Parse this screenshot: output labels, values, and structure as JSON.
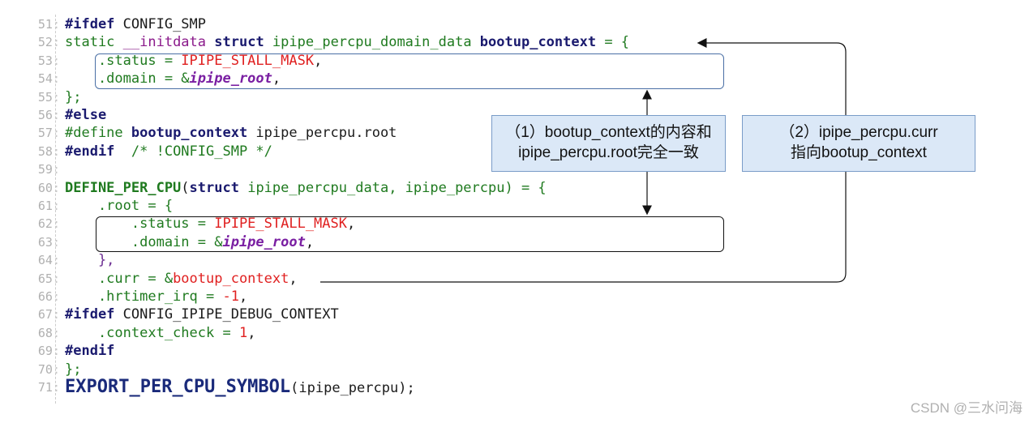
{
  "lines": [
    {
      "n": "51",
      "parts": [
        {
          "t": "#ifdef",
          "c": "kw"
        },
        {
          "t": " CONFIG_SMP",
          "c": ""
        }
      ]
    },
    {
      "n": "52",
      "parts": [
        {
          "t": "static ",
          "c": "grn"
        },
        {
          "t": "__initdata",
          "c": "mag"
        },
        {
          "t": " ",
          "c": ""
        },
        {
          "t": "struct",
          "c": "kw"
        },
        {
          "t": " ipipe_percpu_domain_data ",
          "c": "grn"
        },
        {
          "t": "bootup_context",
          "c": "kw"
        },
        {
          "t": " = {",
          "c": "grn"
        }
      ]
    },
    {
      "n": "53",
      "parts": [
        {
          "t": "    .status = ",
          "c": "grn"
        },
        {
          "t": "IPIPE_STALL_MASK",
          "c": "red"
        },
        {
          "t": ",",
          "c": ""
        }
      ]
    },
    {
      "n": "54",
      "parts": [
        {
          "t": "    .domain = &",
          "c": "grn"
        },
        {
          "t": "ipipe_root",
          "c": "pur"
        },
        {
          "t": ",",
          "c": ""
        }
      ]
    },
    {
      "n": "55",
      "parts": [
        {
          "t": "};",
          "c": "grn"
        }
      ]
    },
    {
      "n": "56",
      "parts": [
        {
          "t": "#else",
          "c": "kw"
        }
      ]
    },
    {
      "n": "57",
      "parts": [
        {
          "t": "#define ",
          "c": "grn"
        },
        {
          "t": "bootup_context",
          "c": "kw"
        },
        {
          "t": " ipipe_percpu.root",
          "c": ""
        }
      ]
    },
    {
      "n": "58",
      "parts": [
        {
          "t": "#endif",
          "c": "kw"
        },
        {
          "t": "  /* !CONFIG_SMP */",
          "c": "grn"
        }
      ]
    },
    {
      "n": "59",
      "parts": [
        {
          "t": "",
          "c": ""
        }
      ]
    },
    {
      "n": "60",
      "parts": [
        {
          "t": "DEFINE_PER_CPU",
          "c": "grnb"
        },
        {
          "t": "(",
          "c": ""
        },
        {
          "t": "struct",
          "c": "kw"
        },
        {
          "t": " ipipe_percpu_data, ipipe_percpu) = {",
          "c": "grn"
        }
      ]
    },
    {
      "n": "61",
      "parts": [
        {
          "t": "    .root = {",
          "c": "grn"
        }
      ]
    },
    {
      "n": "62",
      "parts": [
        {
          "t": "        .status = ",
          "c": "grn"
        },
        {
          "t": "IPIPE_STALL_MASK",
          "c": "red"
        },
        {
          "t": ",",
          "c": ""
        }
      ]
    },
    {
      "n": "63",
      "parts": [
        {
          "t": "        .domain = &",
          "c": "grn"
        },
        {
          "t": "ipipe_root",
          "c": "pur"
        },
        {
          "t": ",",
          "c": ""
        }
      ]
    },
    {
      "n": "64",
      "parts": [
        {
          "t": "    },",
          "c": "pur2"
        }
      ]
    },
    {
      "n": "65",
      "parts": [
        {
          "t": "    .curr = &",
          "c": "grn"
        },
        {
          "t": "bootup_context",
          "c": "red"
        },
        {
          "t": ",",
          "c": ""
        }
      ]
    },
    {
      "n": "66",
      "parts": [
        {
          "t": "    .hrtimer_irq = ",
          "c": "grn"
        },
        {
          "t": "-1",
          "c": "red"
        },
        {
          "t": ",",
          "c": ""
        }
      ]
    },
    {
      "n": "67",
      "parts": [
        {
          "t": "#ifdef",
          "c": "kw"
        },
        {
          "t": " CONFIG_IPIPE_DEBUG_CONTEXT",
          "c": ""
        }
      ]
    },
    {
      "n": "68",
      "parts": [
        {
          "t": "    .context_check = ",
          "c": "grn"
        },
        {
          "t": "1",
          "c": "red"
        },
        {
          "t": ",",
          "c": ""
        }
      ]
    },
    {
      "n": "69",
      "parts": [
        {
          "t": "#endif",
          "c": "kw"
        }
      ]
    },
    {
      "n": "70",
      "parts": [
        {
          "t": "};",
          "c": "grn"
        }
      ]
    },
    {
      "n": "71",
      "parts": [
        {
          "t": "EXPORT_PER_CPU_SYMBOL",
          "c": "big"
        },
        {
          "t": "(ipipe_percpu);",
          "c": ""
        }
      ]
    }
  ],
  "notes": {
    "note1": {
      "line1": "（1）bootup_context的内容和",
      "line2": "ipipe_percpu.root完全一致"
    },
    "note2": {
      "line1": "（2）ipipe_percpu.curr",
      "line2": "指向bootup_context"
    }
  },
  "watermark": "CSDN @三水问海",
  "colors": {
    "box_blue": "#4a6fa5",
    "box_black": "#111111",
    "note_bg": "#dbe8f7",
    "arrow": "#111111"
  }
}
